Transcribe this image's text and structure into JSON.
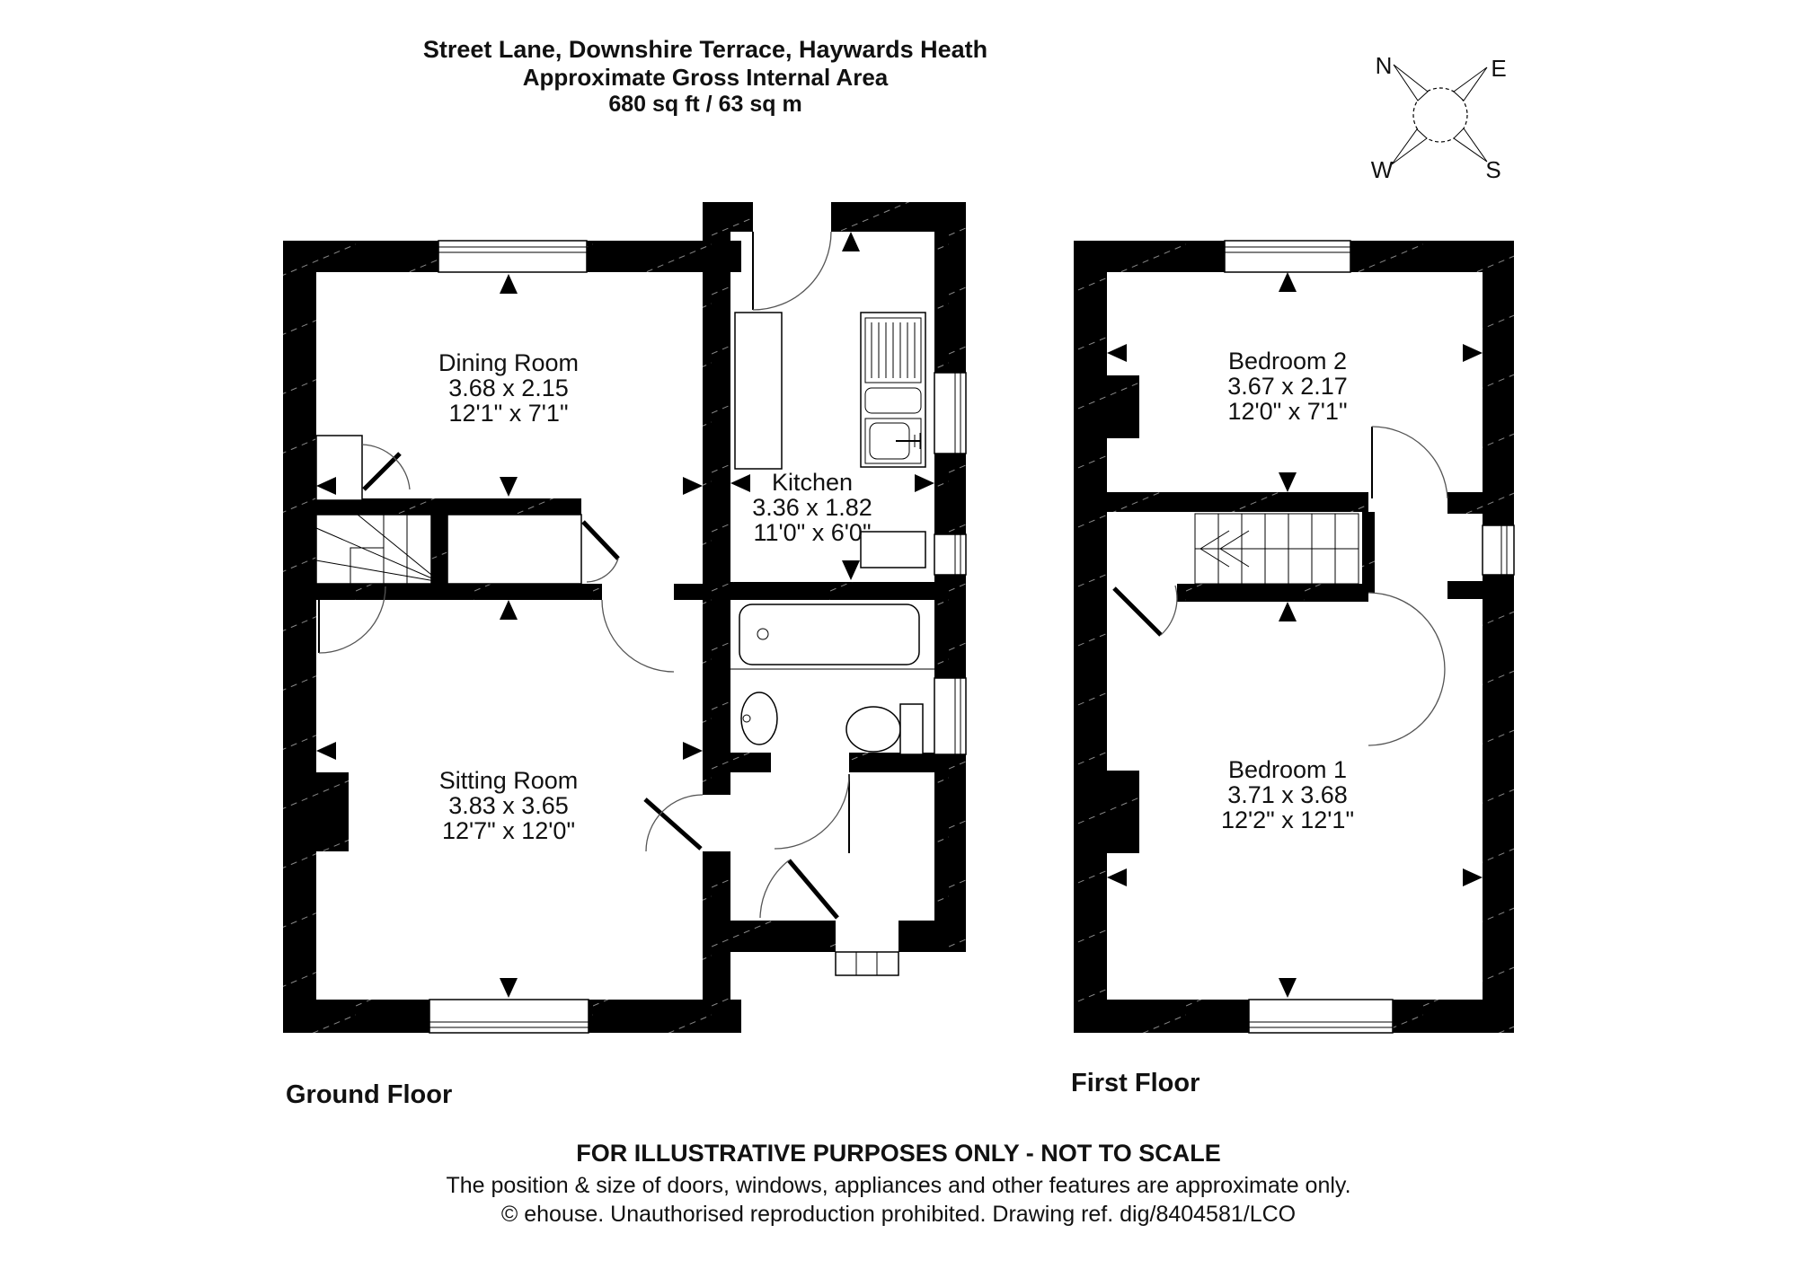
{
  "header": {
    "address": "Street Lane, Downshire Terrace, Haywards Heath",
    "subtitle": "Approximate Gross Internal Area",
    "area": "680 sq ft / 63 sq m"
  },
  "compass": {
    "north": "N",
    "east": "E",
    "south": "S",
    "west": "W"
  },
  "ground_floor": {
    "label": "Ground Floor",
    "rooms": {
      "dining": {
        "name": "Dining Room",
        "metric": "3.68 x 2.15",
        "imperial": "12'1\" x 7'1\""
      },
      "kitchen": {
        "name": "Kitchen",
        "metric": "3.36 x 1.82",
        "imperial": "11'0\" x 6'0\""
      },
      "sitting": {
        "name": "Sitting Room",
        "metric": "3.83 x 3.65",
        "imperial": "12'7\" x 12'0\""
      }
    }
  },
  "first_floor": {
    "label": "First Floor",
    "rooms": {
      "bedroom2": {
        "name": "Bedroom 2",
        "metric": "3.67 x 2.17",
        "imperial": "12'0\" x 7'1\""
      },
      "bedroom1": {
        "name": "Bedroom 1",
        "metric": "3.71 x 3.68",
        "imperial": "12'2\" x 12'1\""
      }
    }
  },
  "footer": {
    "line1": "FOR ILLUSTRATIVE PURPOSES ONLY - NOT TO SCALE",
    "line2": "The position & size of doors, windows, appliances and other features are approximate only.",
    "line3": "© ehouse. Unauthorised reproduction prohibited. Drawing ref. dig/8404581/LCO"
  },
  "colors": {
    "wall": "#000000",
    "hatch_line": "#808080",
    "background": "#ffffff",
    "text": "#111111"
  }
}
